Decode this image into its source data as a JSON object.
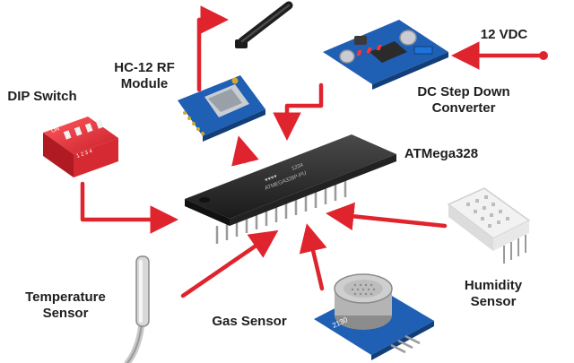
{
  "labels": {
    "dip_switch": "DIP Switch",
    "rf_module": "HC-12 RF\nModule",
    "supply": "12 VDC",
    "converter": "DC Step Down\nConverter",
    "mcu": "ATMega328",
    "humidity": "Humidity\nSensor",
    "gas": "Gas Sensor",
    "temperature": "Temperature\nSensor"
  },
  "chip_markings": {
    "brand": "♥♥♥♥",
    "line1": "ATMEGA328P-PU",
    "line2": "1234",
    "dip_on": "ON",
    "dip_brand": "DIP",
    "dip_numbers": "1 2 3 4",
    "gas_sensor_code": "2130"
  },
  "colors": {
    "arrow": "#e0242e",
    "label": "#1e1e1e",
    "chip": "#2a2a2a",
    "dip": "#e8323c",
    "board_blue": "#1f5fb4"
  }
}
